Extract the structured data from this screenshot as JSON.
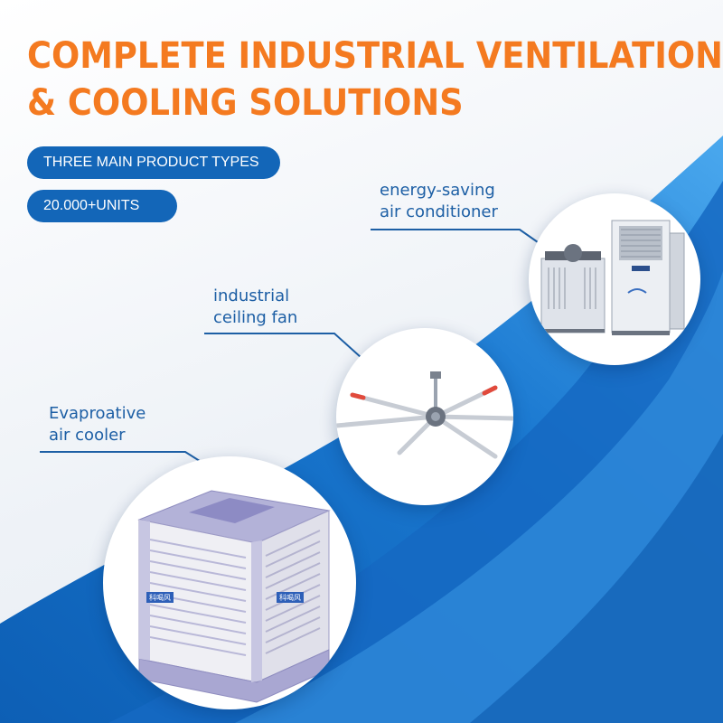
{
  "headline": {
    "line1": "COMPLETE INDUSTRIAL VENTILATION",
    "line2": "& COOLING SOLUTIONS"
  },
  "badges": {
    "product_types": "THREE MAIN PRODUCT TYPES",
    "units": "20.000+UNITS"
  },
  "products": {
    "air_conditioner": {
      "line1": "energy-saving",
      "line2": "air conditioner",
      "image": "air-conditioner-product-image"
    },
    "ceiling_fan": {
      "line1": "industrial",
      "line2": "ceiling fan",
      "image": "ceiling-fan-product-image"
    },
    "air_cooler": {
      "line1": "Evaproative",
      "line2": "air cooler",
      "image": "air-cooler-product-image",
      "brand_mark": "科喝风"
    }
  },
  "colors": {
    "headline": "#f47a20",
    "badge": "#1366b8",
    "callout_text": "#1d5fa5",
    "swoosh_dark": "#1168c0",
    "swoosh_light": "#3ea0ec"
  }
}
